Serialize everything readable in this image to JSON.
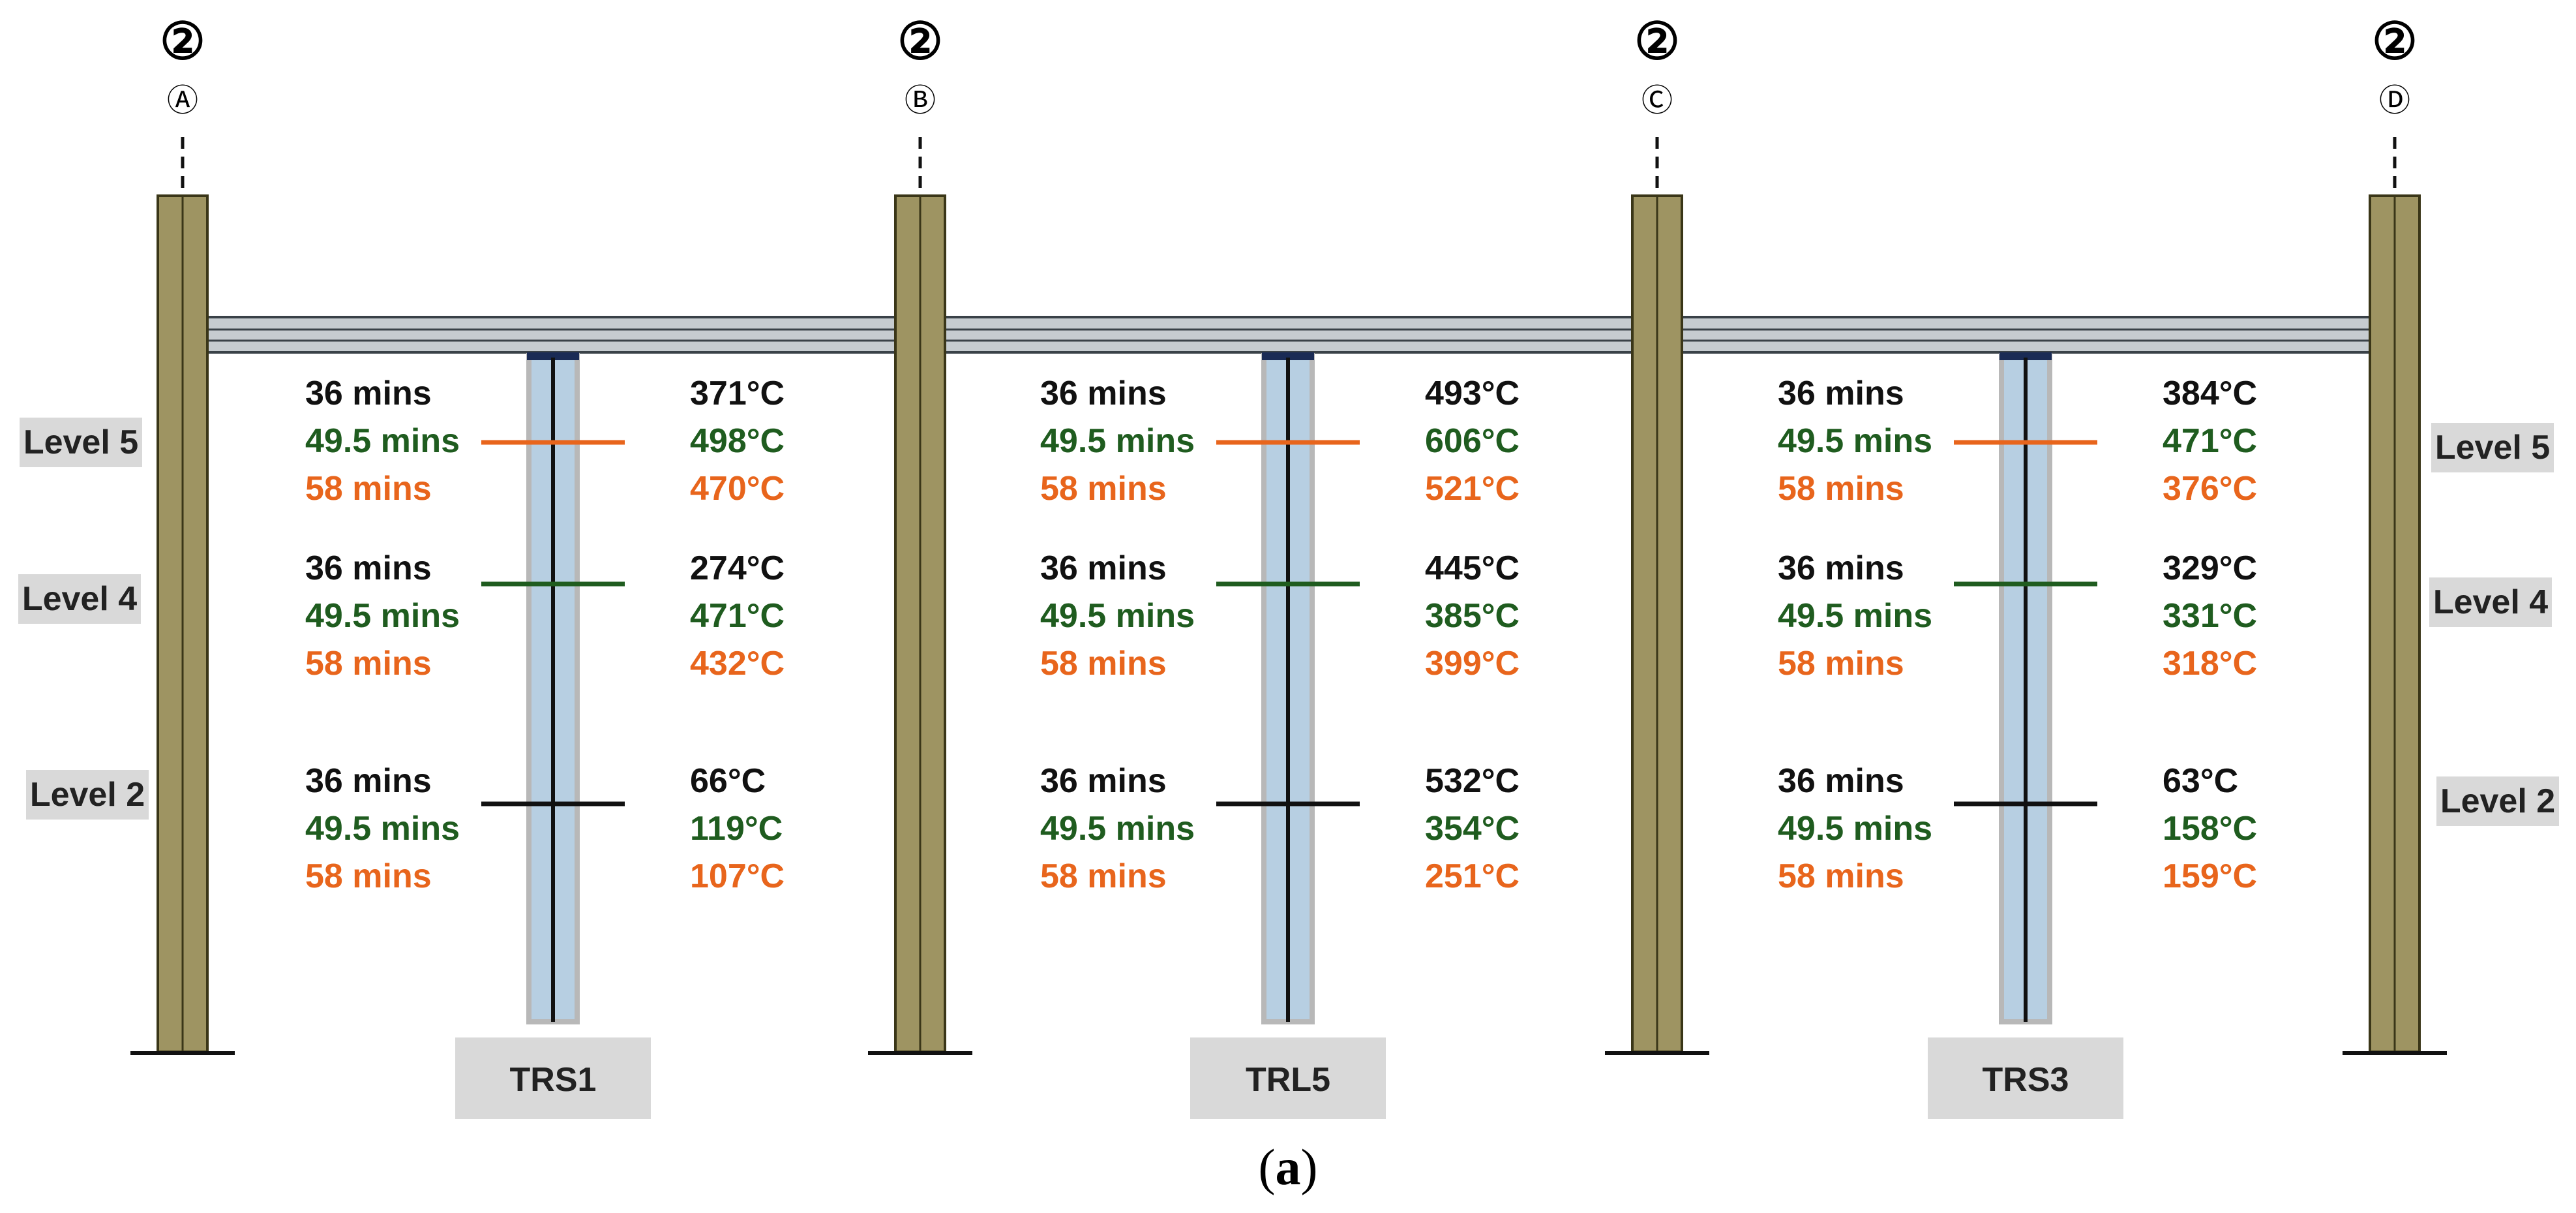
{
  "colors": {
    "column": "#9e9462",
    "column_stroke": "#3a3618",
    "beam": "#c6ccd0",
    "beam_stroke": "#3a4248",
    "shaft": "#b7cfe2",
    "shaft_edge": "#b8b8b8",
    "label_box": "#d9d9d9",
    "t1": "#111111",
    "t2": "#1f5c1f",
    "t3": "#e8651c",
    "marker_l5": "#e8651c",
    "marker_l4": "#1f5c1f",
    "marker_l2": "#111111"
  },
  "grid_lines": [
    {
      "number": "②",
      "letter": "Ⓐ"
    },
    {
      "number": "②",
      "letter": "Ⓑ"
    },
    {
      "number": "②",
      "letter": "Ⓒ"
    },
    {
      "number": "②",
      "letter": "Ⓓ"
    }
  ],
  "levels": [
    "Level 5",
    "Level 4",
    "Level 2"
  ],
  "sensors": [
    {
      "name": "TRS1",
      "readings": [
        {
          "level": "Level 5",
          "rows": [
            {
              "time": "36 mins",
              "temp": "371°C"
            },
            {
              "time": "49.5 mins",
              "temp": "498°C"
            },
            {
              "time": "58 mins",
              "temp": "470°C"
            }
          ]
        },
        {
          "level": "Level 4",
          "rows": [
            {
              "time": "36 mins",
              "temp": "274°C"
            },
            {
              "time": "49.5 mins",
              "temp": "471°C"
            },
            {
              "time": "58 mins",
              "temp": "432°C"
            }
          ]
        },
        {
          "level": "Level 2",
          "rows": [
            {
              "time": "36 mins",
              "temp": "66°C"
            },
            {
              "time": "49.5 mins",
              "temp": "119°C"
            },
            {
              "time": "58 mins",
              "temp": "107°C"
            }
          ]
        }
      ]
    },
    {
      "name": "TRL5",
      "readings": [
        {
          "level": "Level 5",
          "rows": [
            {
              "time": "36 mins",
              "temp": "493°C"
            },
            {
              "time": "49.5 mins",
              "temp": "606°C"
            },
            {
              "time": "58 mins",
              "temp": "521°C"
            }
          ]
        },
        {
          "level": "Level 4",
          "rows": [
            {
              "time": "36 mins",
              "temp": "445°C"
            },
            {
              "time": "49.5 mins",
              "temp": "385°C"
            },
            {
              "time": "58 mins",
              "temp": "399°C"
            }
          ]
        },
        {
          "level": "Level 2",
          "rows": [
            {
              "time": "36 mins",
              "temp": "532°C"
            },
            {
              "time": "49.5 mins",
              "temp": "354°C"
            },
            {
              "time": "58 mins",
              "temp": "251°C"
            }
          ]
        }
      ]
    },
    {
      "name": "TRS3",
      "readings": [
        {
          "level": "Level 5",
          "rows": [
            {
              "time": "36 mins",
              "temp": "384°C"
            },
            {
              "time": "49.5 mins",
              "temp": "471°C"
            },
            {
              "time": "58 mins",
              "temp": "376°C"
            }
          ]
        },
        {
          "level": "Level 4",
          "rows": [
            {
              "time": "36 mins",
              "temp": "329°C"
            },
            {
              "time": "49.5 mins",
              "temp": "331°C"
            },
            {
              "time": "58 mins",
              "temp": "318°C"
            }
          ]
        },
        {
          "level": "Level 2",
          "rows": [
            {
              "time": "36 mins",
              "temp": "63°C"
            },
            {
              "time": "49.5 mins",
              "temp": "158°C"
            },
            {
              "time": "58 mins",
              "temp": "159°C"
            }
          ]
        }
      ]
    }
  ],
  "caption": {
    "open": "(",
    "letter": "a",
    "close": ")"
  }
}
